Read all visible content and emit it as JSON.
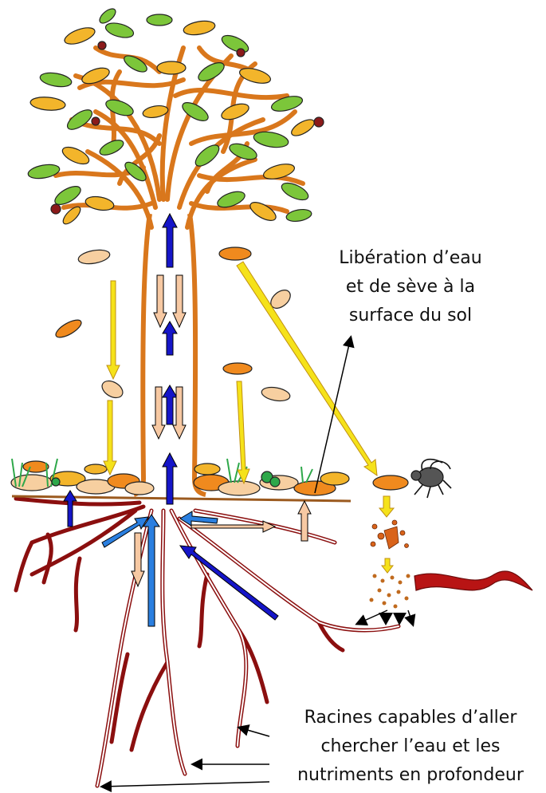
{
  "labels": {
    "liberation": [
      "Libération d’eau",
      "et de sève à la",
      "surface du sol"
    ],
    "racines": [
      "Racines capables d’aller",
      "chercher l’eau et les",
      "nutriments en profondeur"
    ]
  },
  "colors": {
    "bark": "#d9771c",
    "root": "#8b0f0f",
    "leaf_green": "#7cc63a",
    "leaf_yellow": "#f3b52b",
    "leaf_orange": "#f08a1e",
    "leaf_pale": "#f7cfa0",
    "sap_up": "#1515c8",
    "sap_up_light": "#2a7fe0",
    "sap_down": "#f7c9a3",
    "fall": "#f5e21a",
    "grass": "#2ea84a"
  }
}
